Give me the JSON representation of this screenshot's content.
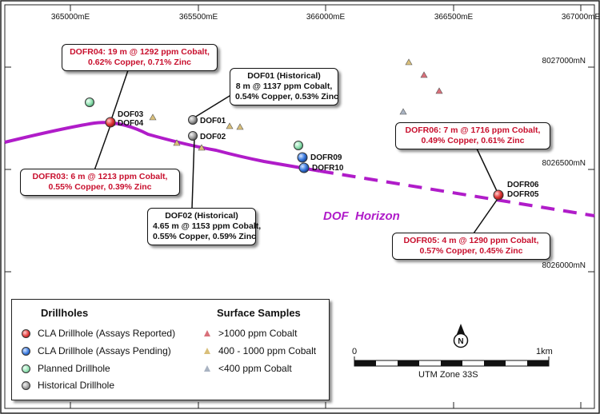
{
  "colors": {
    "cla_reported": "#e23b3b",
    "cla_pending": "#3b7be0",
    "planned": "#8fe0b0",
    "historical": "#9a9a9a",
    "horizon": "#b01cc9",
    "sample_high": "#d9707a",
    "sample_mid": "#d9bf7a",
    "sample_low": "#a9b3c2",
    "callout_red_text": "#c8102e"
  },
  "grid": {
    "eastings": [
      "365000mE",
      "365500mE",
      "366000mE",
      "366500mE",
      "367000mE"
    ],
    "northings": [
      "8027000mN",
      "8026500mN",
      "8026000mN"
    ]
  },
  "drillholes": [
    {
      "id": "dofr03_04",
      "labels": [
        "DOF03",
        "DOF04"
      ],
      "type": "cla_reported"
    },
    {
      "id": "dof01",
      "labels": [
        "DOF01"
      ],
      "type": "historical"
    },
    {
      "id": "dof02",
      "labels": [
        "DOF02"
      ],
      "type": "historical"
    },
    {
      "id": "dofr09",
      "labels": [
        "DOFR09"
      ],
      "type": "cla_pending"
    },
    {
      "id": "dofr10",
      "labels": [
        "DOFR10"
      ],
      "type": "cla_pending"
    },
    {
      "id": "dofr05_06",
      "labels": [
        "DOFR06",
        "DOFR05"
      ],
      "type": "cla_reported"
    },
    {
      "id": "planned_a",
      "labels": [],
      "type": "planned"
    },
    {
      "id": "planned_b",
      "labels": [],
      "type": "planned"
    }
  ],
  "horizon_label": "DOF  Horizon",
  "callouts": {
    "dofr04": [
      "DOFR04: 19 m @ 1292 ppm Cobalt,",
      "0.62% Copper, 0.71% Zinc"
    ],
    "dof01": [
      "DOF01 (Historical)",
      "8 m @ 1137 ppm Cobalt,",
      "0.54% Copper, 0.53% Zinc"
    ],
    "dofr03": [
      "DOFR03: 6 m @ 1213 ppm Cobalt,",
      "0.55% Copper, 0.39% Zinc"
    ],
    "dof02": [
      "DOF02 (Historical)",
      "4.65 m @ 1153 ppm Cobalt,",
      "0.55% Copper, 0.59% Zinc"
    ],
    "dofr06": [
      "DOFR06: 7 m @ 1716 ppm Cobalt,",
      "0.49% Copper, 0.61% Zinc"
    ],
    "dofr05": [
      "DOFR05: 4 m @ 1290 ppm Cobalt,",
      "0.57% Copper, 0.45% Zinc"
    ]
  },
  "legend": {
    "drillholes_title": "Drillholes",
    "samples_title": "Surface Samples",
    "drillholes": [
      {
        "label": "CLA Drillhole (Assays Reported)",
        "color": "#e23b3b"
      },
      {
        "label": "CLA Drillhole (Assays Pending)",
        "color": "#3b7be0"
      },
      {
        "label": "Planned Drillhole",
        "color": "#8fe0b0"
      },
      {
        "label": "Historical Drillhole",
        "color": "#9a9a9a"
      }
    ],
    "samples": [
      {
        "label": ">1000 ppm Cobalt",
        "color": "#d9707a"
      },
      {
        "label": "400 - 1000 ppm Cobalt",
        "color": "#d9bf7a"
      },
      {
        "label": "<400 ppm Cobalt",
        "color": "#a9b3c2"
      }
    ]
  },
  "north_arrow": "N",
  "scale": {
    "start": "0",
    "end": "1km",
    "caption": "UTM Zone 33S"
  }
}
